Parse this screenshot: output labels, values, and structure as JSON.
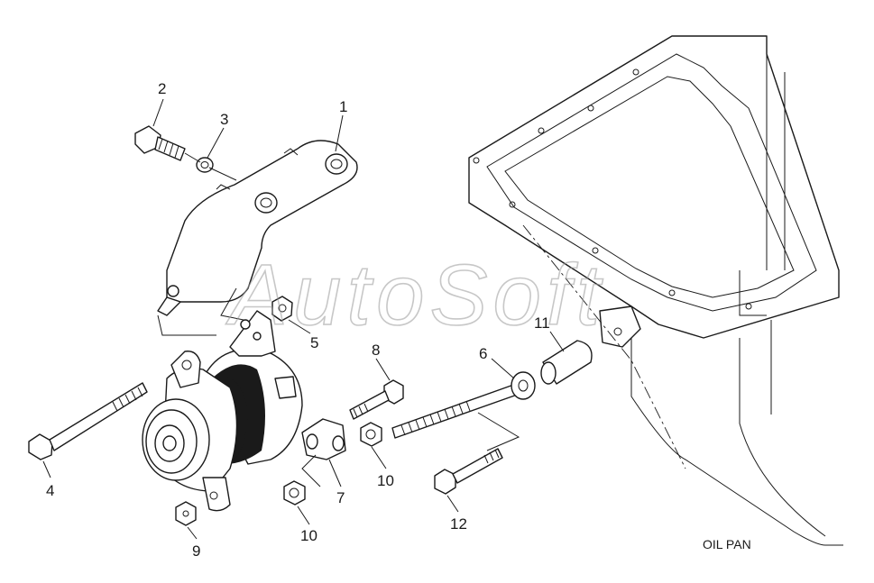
{
  "diagram": {
    "callouts": [
      {
        "id": "c1",
        "label": "1"
      },
      {
        "id": "c2",
        "label": "2"
      },
      {
        "id": "c3",
        "label": "3"
      },
      {
        "id": "c4",
        "label": "4"
      },
      {
        "id": "c5",
        "label": "5"
      },
      {
        "id": "c6",
        "label": "6"
      },
      {
        "id": "c7",
        "label": "7"
      },
      {
        "id": "c8",
        "label": "8"
      },
      {
        "id": "c9",
        "label": "9"
      },
      {
        "id": "c10a",
        "label": "10"
      },
      {
        "id": "c10b",
        "label": "10"
      },
      {
        "id": "c11",
        "label": "11"
      },
      {
        "id": "c12",
        "label": "12"
      }
    ],
    "oil_pan_label": "OIL PAN",
    "watermark": "AutoSoft"
  }
}
